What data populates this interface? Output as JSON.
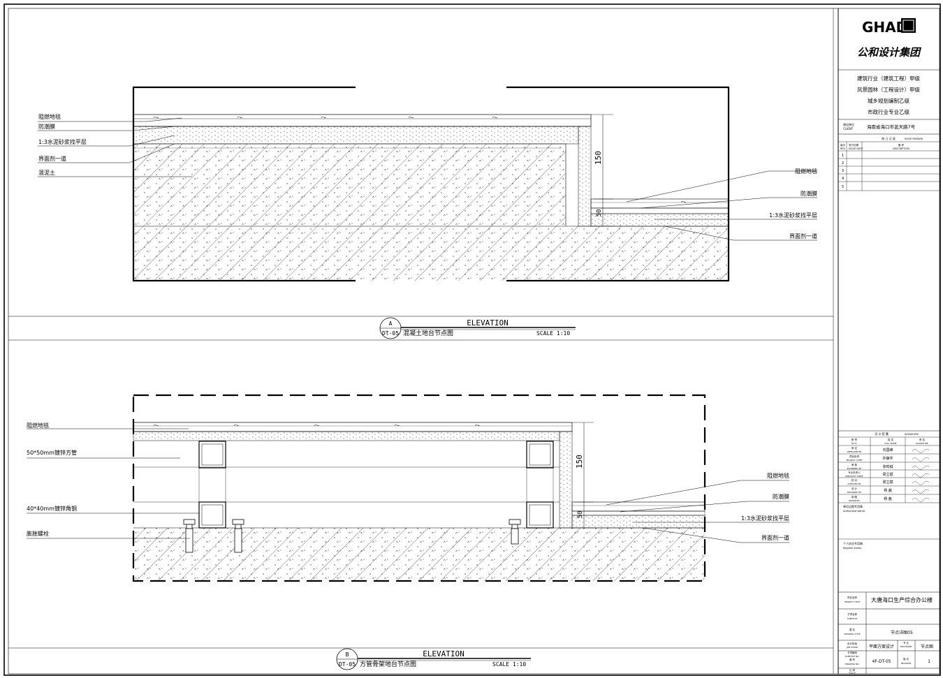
{
  "title_block": {
    "logo_text": "GHAD",
    "company_name": "公和设计集团",
    "qualifications": [
      "建筑行业（建筑工程）甲级",
      "风景园林（工程设计）甲级",
      "城乡规划编制乙级",
      "市政行业专业乙级"
    ],
    "client_label_cn": "建设单位",
    "client_label_en": "CLIENT",
    "client_value": "海南省海口市蓝天路7号",
    "revision_header_cn": "修 订 记 录",
    "revision_header_en": "ISSUE REMARK",
    "rev_col_cn": "版次",
    "rev_col_en": "REV",
    "date_col_cn": "发行日期",
    "date_col_en": "ISSUE DATE",
    "desc_col_cn": "备 考",
    "desc_col_en": "DESCRIPTION",
    "revision_rows": [
      "1",
      "2",
      "3",
      "4",
      "5"
    ],
    "signature_header_cn": "设 计 签 署",
    "signature_header_en": "SIGNATURE",
    "sig_col_duty_cn": "职 责",
    "sig_col_duty_en": "DUTY",
    "sig_col_name_cn": "姓 名",
    "sig_col_name_en": "FULL NAME",
    "sig_col_sign_cn": "签 名",
    "sig_col_sign_en": "SIGNATURE",
    "signature_rows": [
      {
        "role_cn": "审 定",
        "role_en": "APPROVED BY",
        "name": "刘国峰"
      },
      {
        "role_cn": "项目负责",
        "role_en": "PROJECT CHIEF",
        "name": "孙静宇"
      },
      {
        "role_cn": "审 核",
        "role_en": "EXAMINED BY",
        "name": "张鸣钺"
      },
      {
        "role_cn": "专业负责人",
        "role_en": "SPECIALTY CHIEF",
        "name": "梁立斌"
      },
      {
        "role_cn": "校 对",
        "role_en": "CHECKED BY",
        "name": "梁立斌"
      },
      {
        "role_cn": "设 计",
        "role_en": "DESIGNED BY",
        "name": "杨 茜"
      },
      {
        "role_cn": "制 图",
        "role_en": "DRAWN BY",
        "name": "杨 茜"
      }
    ],
    "stamp_cn": "单位出图专用章",
    "stamp_en": "Authorized stamp",
    "register_cn": "个人执业专用章",
    "register_en": "Register stamp",
    "project_label_cn": "项目名称",
    "project_label_en": "PROJECT TITLE",
    "project_value": "大唐海口生产综合办公楼",
    "subtitle_label_cn": "子项名称",
    "subtitle_label_en": "SUBTITLE",
    "drawing_label_cn": "图 名",
    "drawing_label_en": "DRAWING TITLE",
    "drawing_value": "节点详图05",
    "stage_label_cn": "设计阶段",
    "stage_label_en": "JOB STAGE",
    "stage_value": "平面方案设计",
    "discipline_label_cn": "专 业",
    "discipline_label_en": "DISCIPLINE",
    "subtitle_no_label_cn": "子项编号",
    "subtitle_no_label_en": "SUBTITLE NO.",
    "discipline_value": "节点图",
    "drawing_no_label_cn": "图 号",
    "drawing_no_label_en": "DRAWING NO.",
    "drawing_no_value": "4F-DT-05",
    "revision_label_cn": "版 次",
    "revision_label_en": "REVISION",
    "revision_value": "1",
    "scale_label_cn": "比 例",
    "scale_label_en": "SCALE"
  },
  "detail_a": {
    "marker_letter": "A",
    "marker_ref": "DT-05",
    "heading": "ELEVATION",
    "title": "混凝土地台节点图",
    "scale": "SCALE 1:10",
    "labels_left": [
      "阻燃地毯",
      "防潮膜",
      "1:3水泥砂浆找平层",
      "界面剂一道",
      "混泥土"
    ],
    "labels_right": [
      "阻燃地毯",
      "防潮膜",
      "1:3水泥砂浆找平层",
      "界面剂一道"
    ],
    "dim_150": "150",
    "dim_50": "50"
  },
  "detail_b": {
    "marker_letter": "B",
    "marker_ref": "DT-05",
    "heading": "ELEVATION",
    "title": "方管骨架地台节点图",
    "scale": "SCALE 1:10",
    "labels_left": [
      "阻燃地毯",
      "50*50mm镀锌方管",
      "40*40mm镀锌角钢",
      "膨胀螺栓"
    ],
    "labels_right": [
      "阻燃地毯",
      "防潮膜",
      "1:3水泥砂浆找平层",
      "界面剂一道"
    ],
    "dim_150": "150",
    "dim_50": "50"
  }
}
